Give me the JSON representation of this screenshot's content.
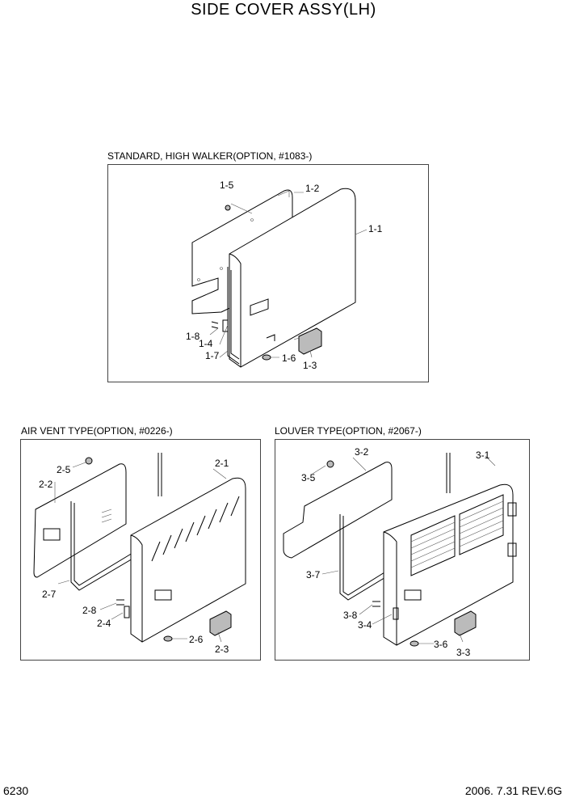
{
  "page_title": "SIDE COVER ASSY(LH)",
  "footer": {
    "page_number": "6230",
    "revision": "2006. 7.31  REV.6G"
  },
  "panels": [
    {
      "caption": "STANDARD, HIGH WALKER(OPTION, #1083-)",
      "labels": [
        "1-5",
        "1-2",
        "1-1",
        "1-8",
        "1-4",
        "1-7",
        "1-6",
        "1-3"
      ]
    },
    {
      "caption": "AIR VENT TYPE(OPTION, #0226-)",
      "labels": [
        "2-5",
        "2-2",
        "2-1",
        "2-7",
        "2-8",
        "2-4",
        "2-6",
        "2-3"
      ]
    },
    {
      "caption": "LOUVER TYPE(OPTION, #2067-)",
      "labels": [
        "3-2",
        "3-1",
        "3-5",
        "3-7",
        "3-8",
        "3-4",
        "3-6",
        "3-3"
      ]
    }
  ]
}
